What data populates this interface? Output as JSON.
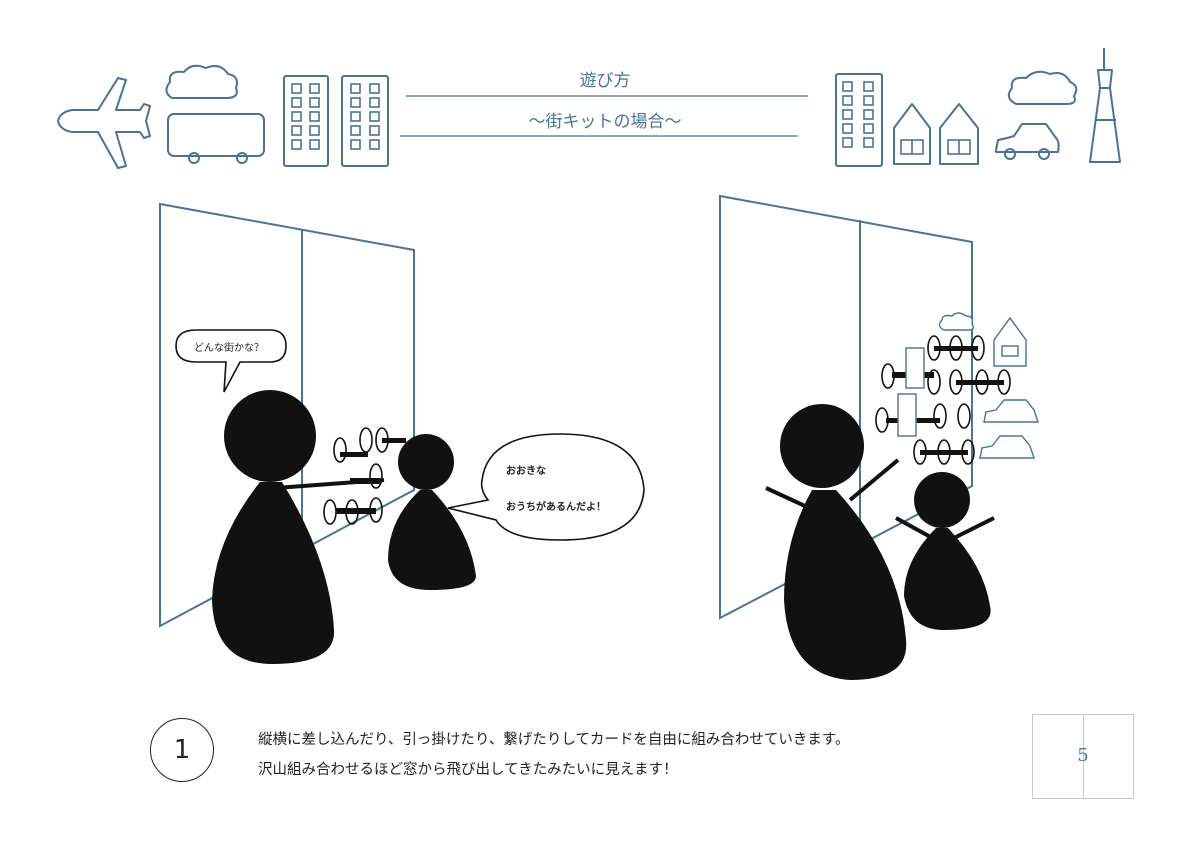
{
  "header": {
    "title": "遊び方",
    "subtitle": "〜街キットの場合〜"
  },
  "scene_left": {
    "speech_adult": "どんな街かな？",
    "speech_child_line1": "おおきな",
    "speech_child_line2": "おうちがあるんだよ！"
  },
  "step": {
    "number": "1",
    "line1": "縦横に差し込んだり、引っ掛けたり、繋げたりしてカードを自由に組み合わせていきます。",
    "line2": "沢山組み合わせるほど窓から飛び出してきたみたいに見えます！"
  },
  "page": {
    "number": "5"
  },
  "colors": {
    "accent": "#4a7396",
    "ink": "#111111"
  }
}
